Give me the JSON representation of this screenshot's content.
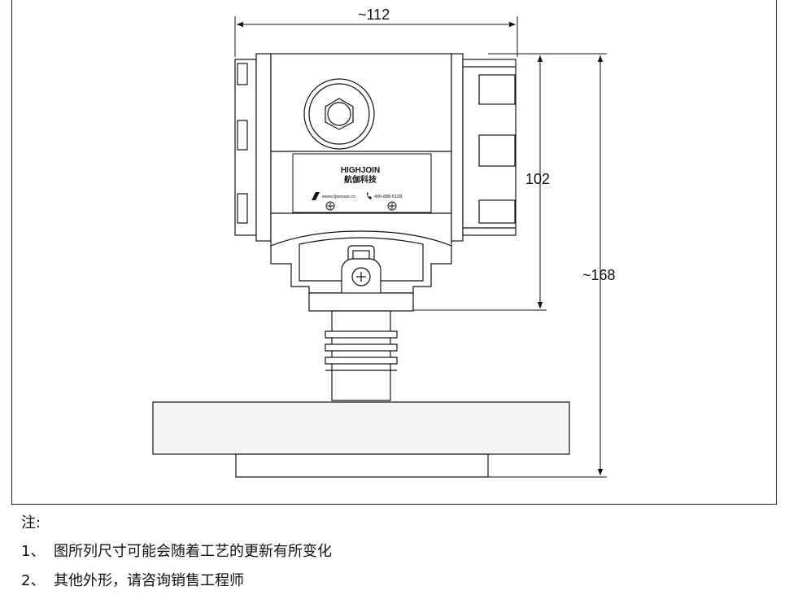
{
  "dimensions": {
    "width_label": "~112",
    "body_height_label": "102",
    "total_height_label": "~168"
  },
  "nameplate": {
    "brand": "HIGHJOIN",
    "company": "航伽科技",
    "website": "www.hjsensor.cn",
    "phone": "400-888-6108"
  },
  "notes": {
    "title": "注:",
    "items": [
      {
        "num": "1、",
        "text": "图所列尺寸可能会随着工艺的更新有所变化"
      },
      {
        "num": "2、",
        "text": "其他外形，请咨询销售工程师"
      }
    ]
  },
  "colors": {
    "line": "#111111",
    "fill": "#ffffff",
    "flange": "#f4f4f4"
  }
}
